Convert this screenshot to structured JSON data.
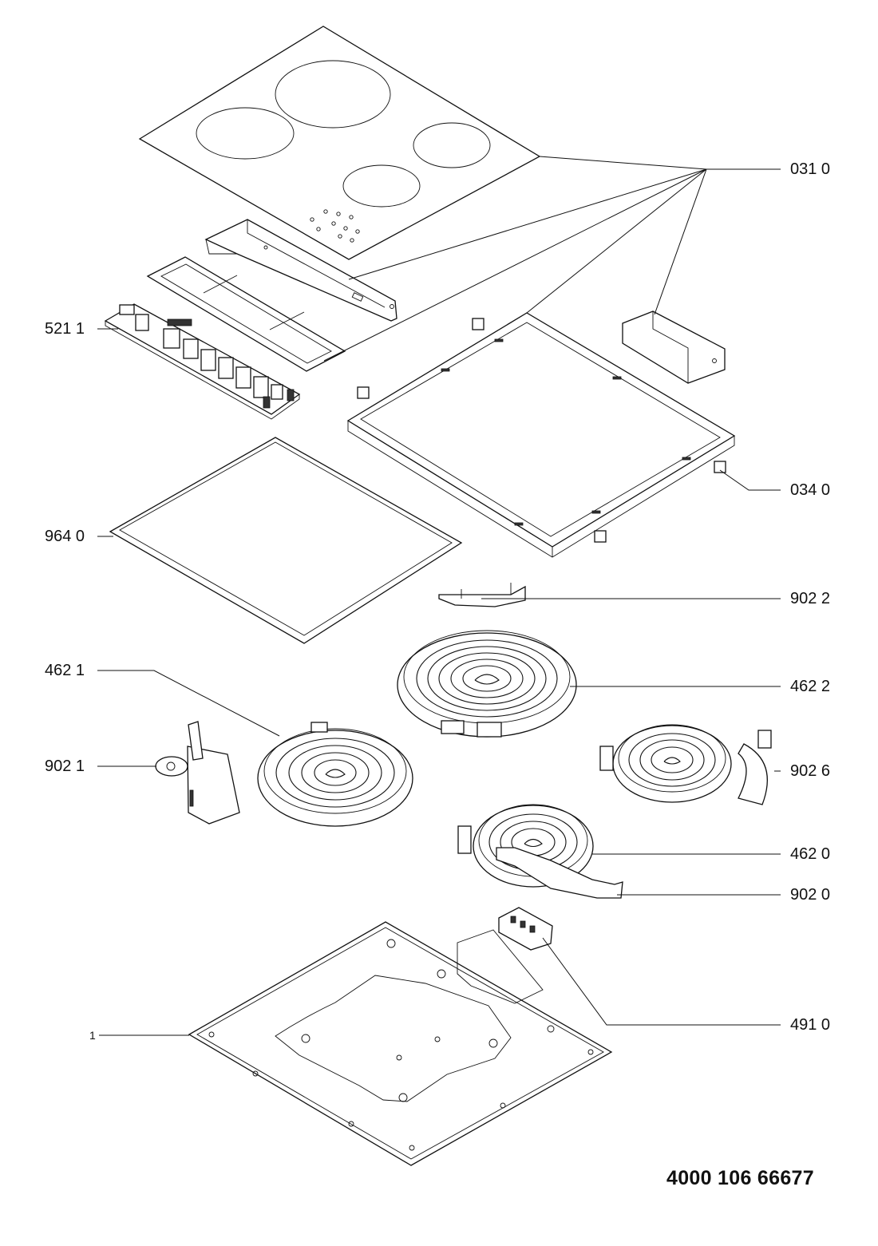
{
  "callouts": {
    "c0310": "031 0",
    "c5211": "521 1",
    "c0340": "034 0",
    "c9640": "964 0",
    "c9022": "902 2",
    "c4621": "462 1",
    "c4622": "462 2",
    "c9021": "902 1",
    "c9026": "902 6",
    "c4620": "462 0",
    "c9020": "902 0",
    "c4910": "491 0",
    "c1": "1"
  },
  "document_number": "4000 106 66677"
}
